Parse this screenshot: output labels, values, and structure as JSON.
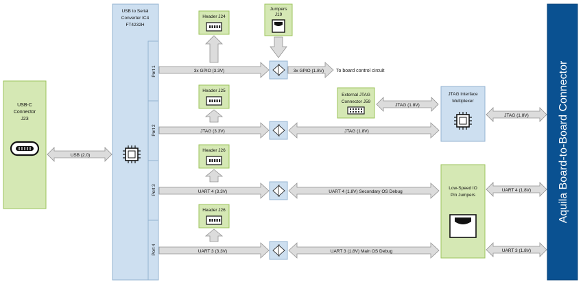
{
  "usb_c": {
    "line1": "USB-C",
    "line2": "Connector",
    "line3": "J23"
  },
  "ft": {
    "line1": "USB to Serial",
    "line2": "Converter IC4",
    "line3": "FT4232H"
  },
  "ports": [
    "Port 1",
    "Port 2",
    "Port 3",
    "Port 4"
  ],
  "headers": {
    "j24": "Header J24",
    "j25": "Header J25",
    "j26a": "Header J26",
    "j26b": "Header J26"
  },
  "jumpers": {
    "line1": "Jumpers",
    "line2": "J19"
  },
  "ext_jtag": {
    "line1": "External JTAG",
    "line2": "Connector J59"
  },
  "jtag_mux": {
    "line1": "JTAG Interface",
    "line2": "Multiplexer"
  },
  "lsio": {
    "line1": "Low-Speed IO",
    "line2": "Pin Jumpers"
  },
  "edge_connector": "Aquila Board-to-Board Connector",
  "arrows": {
    "usb": "USB (2.0)",
    "gpio_33": "3x GPIO (3.3V)",
    "gpio_18": "3x GPIO (1.8V)",
    "board_ctrl": "To board control circuit",
    "jtag_33": "JTAG (3.3V)",
    "jtag_18_mid": "JTAG (1.8V)",
    "jtag_ext": "JTAG (1.8V)",
    "jtag_out": "JTAG (1.8V)",
    "uart4_33": "UART 4 (3.3V)",
    "uart4_18": "UART 4 (1.8V) Secondary OS Debug",
    "uart4_out": "UART 4 (1.8V)",
    "uart3_33": "UART 3 (3.3V)",
    "uart3_18": "UART 3 (1.8V) Main OS Debug",
    "uart3_out": "UART 3 (1.8V)"
  },
  "colors": {
    "green_fill": "#d5e8b4",
    "green_stroke": "#9cc35b",
    "blue_fill": "#cddff0",
    "blue_stroke": "#94b3d1",
    "arrow_fill": "#dcdcdc",
    "arrow_stroke": "#909090",
    "edge_blue": "#0a5191"
  }
}
